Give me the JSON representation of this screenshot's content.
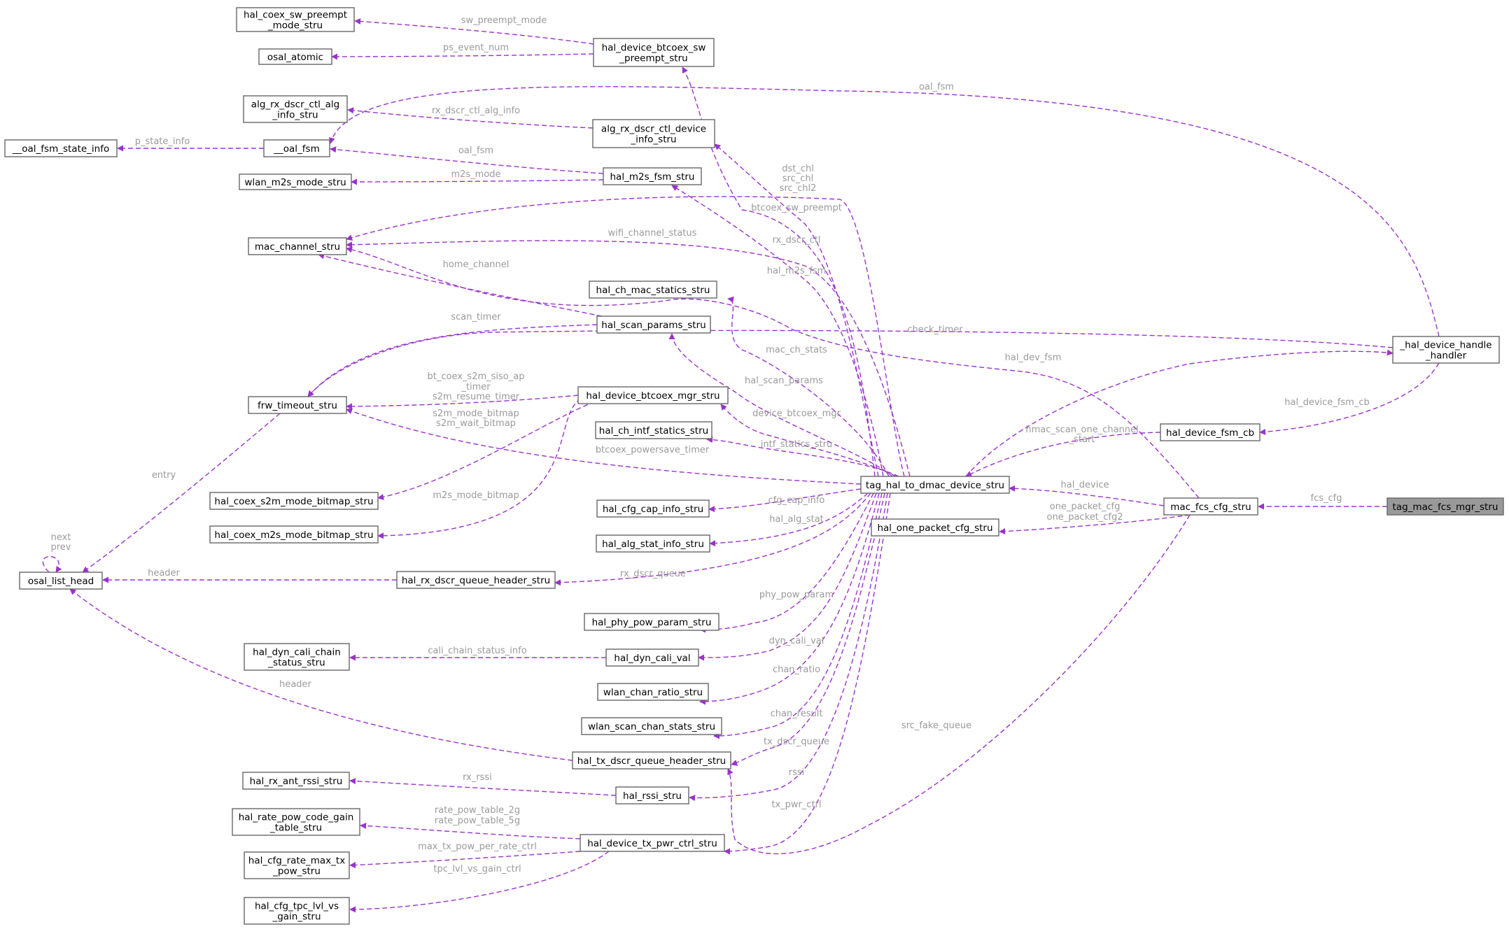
{
  "nodes": {
    "hal_coex_sw_preempt_mode_stru": [
      "hal_coex_sw_preempt",
      "_mode_stru"
    ],
    "osal_atomic": [
      "osal_atomic"
    ],
    "alg_rx_dscr_ctl_alg_info_stru": [
      "alg_rx_dscr_ctl_alg",
      "_info_stru"
    ],
    "__oal_fsm_state_info": [
      "__oal_fsm_state_info"
    ],
    "__oal_fsm": [
      "__oal_fsm"
    ],
    "wlan_m2s_mode_stru": [
      "wlan_m2s_mode_stru"
    ],
    "mac_channel_stru": [
      "mac_channel_stru"
    ],
    "frw_timeout_stru": [
      "frw_timeout_stru"
    ],
    "hal_coex_s2m_mode_bitmap_stru": [
      "hal_coex_s2m_mode_bitmap_stru"
    ],
    "hal_coex_m2s_mode_bitmap_stru": [
      "hal_coex_m2s_mode_bitmap_stru"
    ],
    "osal_list_head": [
      "osal_list_head"
    ],
    "hal_dyn_cali_chain_status_stru": [
      "hal_dyn_cali_chain",
      "_status_stru"
    ],
    "hal_rx_ant_rssi_stru": [
      "hal_rx_ant_rssi_stru"
    ],
    "hal_rate_pow_code_gain_table_stru": [
      "hal_rate_pow_code_gain",
      "_table_stru"
    ],
    "hal_cfg_rate_max_tx_pow_stru": [
      "hal_cfg_rate_max_tx",
      "_pow_stru"
    ],
    "hal_cfg_tpc_lvl_vs_gain_stru": [
      "hal_cfg_tpc_lvl_vs",
      "_gain_stru"
    ],
    "hal_device_btcoex_sw_preempt_stru": [
      "hal_device_btcoex_sw",
      "_preempt_stru"
    ],
    "alg_rx_dscr_ctl_device_info_stru": [
      "alg_rx_dscr_ctl_device",
      "_info_stru"
    ],
    "hal_m2s_fsm_stru": [
      "hal_m2s_fsm_stru"
    ],
    "hal_ch_mac_statics_stru": [
      "hal_ch_mac_statics_stru"
    ],
    "hal_scan_params_stru": [
      "hal_scan_params_stru"
    ],
    "hal_device_btcoex_mgr_stru": [
      "hal_device_btcoex_mgr_stru"
    ],
    "hal_ch_intf_statics_stru": [
      "hal_ch_intf_statics_stru"
    ],
    "hal_cfg_cap_info_stru": [
      "hal_cfg_cap_info_stru"
    ],
    "hal_alg_stat_info_stru": [
      "hal_alg_stat_info_stru"
    ],
    "hal_rx_dscr_queue_header_stru": [
      "hal_rx_dscr_queue_header_stru"
    ],
    "hal_phy_pow_param_stru": [
      "hal_phy_pow_param_stru"
    ],
    "hal_dyn_cali_val": [
      "hal_dyn_cali_val"
    ],
    "wlan_chan_ratio_stru": [
      "wlan_chan_ratio_stru"
    ],
    "wlan_scan_chan_stats_stru": [
      "wlan_scan_chan_stats_stru"
    ],
    "hal_tx_dscr_queue_header_stru": [
      "hal_tx_dscr_queue_header_stru"
    ],
    "hal_rssi_stru": [
      "hal_rssi_stru"
    ],
    "hal_device_tx_pwr_ctrl_stru": [
      "hal_device_tx_pwr_ctrl_stru"
    ],
    "tag_hal_to_dmac_device_stru": [
      "tag_hal_to_dmac_device_stru"
    ],
    "hal_one_packet_cfg_stru": [
      "hal_one_packet_cfg_stru"
    ],
    "_hal_device_handle_handler": [
      "_hal_device_handle",
      "_handler"
    ],
    "hal_device_fsm_cb": [
      "hal_device_fsm_cb"
    ],
    "mac_fcs_cfg_stru": [
      "mac_fcs_cfg_stru"
    ],
    "tag_mac_fcs_mgr_stru": [
      "tag_mac_fcs_mgr_stru"
    ]
  },
  "edges": [
    {
      "from": "hal_device_btcoex_sw_preempt_stru",
      "to": "hal_coex_sw_preempt_mode_stru",
      "label": [
        "sw_preempt_mode"
      ]
    },
    {
      "from": "hal_device_btcoex_sw_preempt_stru",
      "to": "osal_atomic",
      "label": [
        "ps_event_num"
      ]
    },
    {
      "from": "alg_rx_dscr_ctl_device_info_stru",
      "to": "alg_rx_dscr_ctl_alg_info_stru",
      "label": [
        "rx_dscr_ctl_alg_info"
      ]
    },
    {
      "from": "__oal_fsm",
      "to": "__oal_fsm_state_info",
      "label": [
        "p_state_info"
      ]
    },
    {
      "from": "hal_m2s_fsm_stru",
      "to": "__oal_fsm",
      "label": [
        "oal_fsm"
      ]
    },
    {
      "from": "_hal_device_handle_handler",
      "to": "__oal_fsm",
      "label": [
        "oal_fsm"
      ]
    },
    {
      "from": "hal_m2s_fsm_stru",
      "to": "wlan_m2s_mode_stru",
      "label": [
        "m2s_mode"
      ]
    },
    {
      "from": "tag_hal_to_dmac_device_stru",
      "to": "mac_channel_stru",
      "label": [
        "dst_chl",
        "src_chl",
        "src_chl2"
      ]
    },
    {
      "from": "tag_hal_to_dmac_device_stru",
      "to": "mac_channel_stru",
      "label": [
        "wifi_channel_status"
      ]
    },
    {
      "from": "hal_scan_params_stru",
      "to": "mac_channel_stru",
      "label": [
        "home_channel"
      ]
    },
    {
      "from": "hal_scan_params_stru",
      "to": "frw_timeout_stru",
      "label": [
        "scan_timer"
      ]
    },
    {
      "from": "_hal_device_handle_handler",
      "to": "frw_timeout_stru",
      "label": [
        "check_timer"
      ]
    },
    {
      "from": "hal_device_btcoex_mgr_stru",
      "to": "frw_timeout_stru",
      "label": [
        "bt_coex_s2m_siso_ap",
        "_timer",
        "s2m_resume_timer"
      ]
    },
    {
      "from": "tag_hal_to_dmac_device_stru",
      "to": "frw_timeout_stru",
      "label": [
        "btcoex_powersave_timer"
      ]
    },
    {
      "from": "hal_device_btcoex_mgr_stru",
      "to": "hal_coex_s2m_mode_bitmap_stru",
      "label": [
        "s2m_mode_bitmap",
        "s2m_wait_bitmap"
      ]
    },
    {
      "from": "hal_device_btcoex_mgr_stru",
      "to": "hal_coex_m2s_mode_bitmap_stru",
      "label": [
        "m2s_mode_bitmap"
      ]
    },
    {
      "from": "frw_timeout_stru",
      "to": "osal_list_head",
      "label": [
        "entry"
      ]
    },
    {
      "from": "osal_list_head",
      "to": "osal_list_head",
      "label": [
        "next",
        "prev"
      ]
    },
    {
      "from": "hal_rx_dscr_queue_header_stru",
      "to": "osal_list_head",
      "label": [
        "header"
      ]
    },
    {
      "from": "hal_tx_dscr_queue_header_stru",
      "to": "osal_list_head",
      "label": [
        "header"
      ]
    },
    {
      "from": "hal_dyn_cali_val",
      "to": "hal_dyn_cali_chain_status_stru",
      "label": [
        "cali_chain_status_info"
      ]
    },
    {
      "from": "hal_rssi_stru",
      "to": "hal_rx_ant_rssi_stru",
      "label": [
        "rx_rssi"
      ]
    },
    {
      "from": "hal_device_tx_pwr_ctrl_stru",
      "to": "hal_rate_pow_code_gain_table_stru",
      "label": [
        "rate_pow_table_2g",
        "rate_pow_table_5g"
      ]
    },
    {
      "from": "hal_device_tx_pwr_ctrl_stru",
      "to": "hal_cfg_rate_max_tx_pow_stru",
      "label": [
        "max_tx_pow_per_rate_ctrl"
      ]
    },
    {
      "from": "hal_device_tx_pwr_ctrl_stru",
      "to": "hal_cfg_tpc_lvl_vs_gain_stru",
      "label": [
        "tpc_lvl_vs_gain_ctrl"
      ]
    },
    {
      "from": "tag_hal_to_dmac_device_stru",
      "to": "hal_device_btcoex_sw_preempt_stru",
      "label": [
        "btcoex_sw_preempt"
      ]
    },
    {
      "from": "tag_hal_to_dmac_device_stru",
      "to": "alg_rx_dscr_ctl_device_info_stru",
      "label": [
        "rx_dscr_ctl"
      ]
    },
    {
      "from": "tag_hal_to_dmac_device_stru",
      "to": "hal_m2s_fsm_stru",
      "label": [
        "hal_m2s_fsm"
      ]
    },
    {
      "from": "tag_hal_to_dmac_device_stru",
      "to": "hal_ch_mac_statics_stru",
      "label": [
        "mac_ch_stats"
      ]
    },
    {
      "from": "tag_hal_to_dmac_device_stru",
      "to": "hal_scan_params_stru",
      "label": [
        "hal_scan_params"
      ]
    },
    {
      "from": "tag_hal_to_dmac_device_stru",
      "to": "hal_device_btcoex_mgr_stru",
      "label": [
        "device_btcoex_mgr"
      ]
    },
    {
      "from": "tag_hal_to_dmac_device_stru",
      "to": "hal_ch_intf_statics_stru",
      "label": [
        "intf_statics_stru"
      ]
    },
    {
      "from": "tag_hal_to_dmac_device_stru",
      "to": "hal_cfg_cap_info_stru",
      "label": [
        "cfg_cap_info"
      ]
    },
    {
      "from": "tag_hal_to_dmac_device_stru",
      "to": "hal_alg_stat_info_stru",
      "label": [
        "hal_alg_stat"
      ]
    },
    {
      "from": "tag_hal_to_dmac_device_stru",
      "to": "hal_rx_dscr_queue_header_stru",
      "label": [
        "rx_dscr_queue"
      ]
    },
    {
      "from": "tag_hal_to_dmac_device_stru",
      "to": "hal_phy_pow_param_stru",
      "label": [
        "phy_pow_param"
      ]
    },
    {
      "from": "tag_hal_to_dmac_device_stru",
      "to": "hal_dyn_cali_val",
      "label": [
        "dyn_cali_val"
      ]
    },
    {
      "from": "tag_hal_to_dmac_device_stru",
      "to": "wlan_chan_ratio_stru",
      "label": [
        "chan_ratio"
      ]
    },
    {
      "from": "tag_hal_to_dmac_device_stru",
      "to": "wlan_scan_chan_stats_stru",
      "label": [
        "chan_result"
      ]
    },
    {
      "from": "tag_hal_to_dmac_device_stru",
      "to": "hal_tx_dscr_queue_header_stru",
      "label": [
        "tx_dscr_queue"
      ]
    },
    {
      "from": "mac_fcs_cfg_stru",
      "to": "hal_tx_dscr_queue_header_stru",
      "label": [
        "src_fake_queue"
      ]
    },
    {
      "from": "tag_hal_to_dmac_device_stru",
      "to": "hal_rssi_stru",
      "label": [
        "rssi"
      ]
    },
    {
      "from": "tag_hal_to_dmac_device_stru",
      "to": "hal_device_tx_pwr_ctrl_stru",
      "label": [
        "tx_pwr_ctrl"
      ]
    },
    {
      "from": "tag_hal_to_dmac_device_stru",
      "to": "_hal_device_handle_handler",
      "label": [
        "hal_dev_fsm"
      ]
    },
    {
      "from": "_hal_device_handle_handler",
      "to": "hal_device_fsm_cb",
      "label": [
        "hal_device_fsm_cb"
      ]
    },
    {
      "from": "hal_device_fsm_cb",
      "to": "tag_hal_to_dmac_device_stru",
      "label": [
        "hmac_scan_one_channel",
        "_start"
      ]
    },
    {
      "from": "mac_fcs_cfg_stru",
      "to": "tag_hal_to_dmac_device_stru",
      "label": [
        "hal_device"
      ]
    },
    {
      "from": "mac_fcs_cfg_stru",
      "to": "hal_one_packet_cfg_stru",
      "label": [
        "one_packet_cfg",
        "one_packet_cfg2"
      ]
    },
    {
      "from": "mac_fcs_cfg_stru",
      "to": "mac_channel_stru",
      "label": []
    },
    {
      "from": "tag_mac_fcs_mgr_stru",
      "to": "mac_fcs_cfg_stru",
      "label": [
        "fcs_cfg"
      ]
    }
  ],
  "colors": {
    "edge": "#9a32cd",
    "edge_label": "#9a9a9a",
    "node_border": "#666666",
    "root_fill": "#999999"
  }
}
